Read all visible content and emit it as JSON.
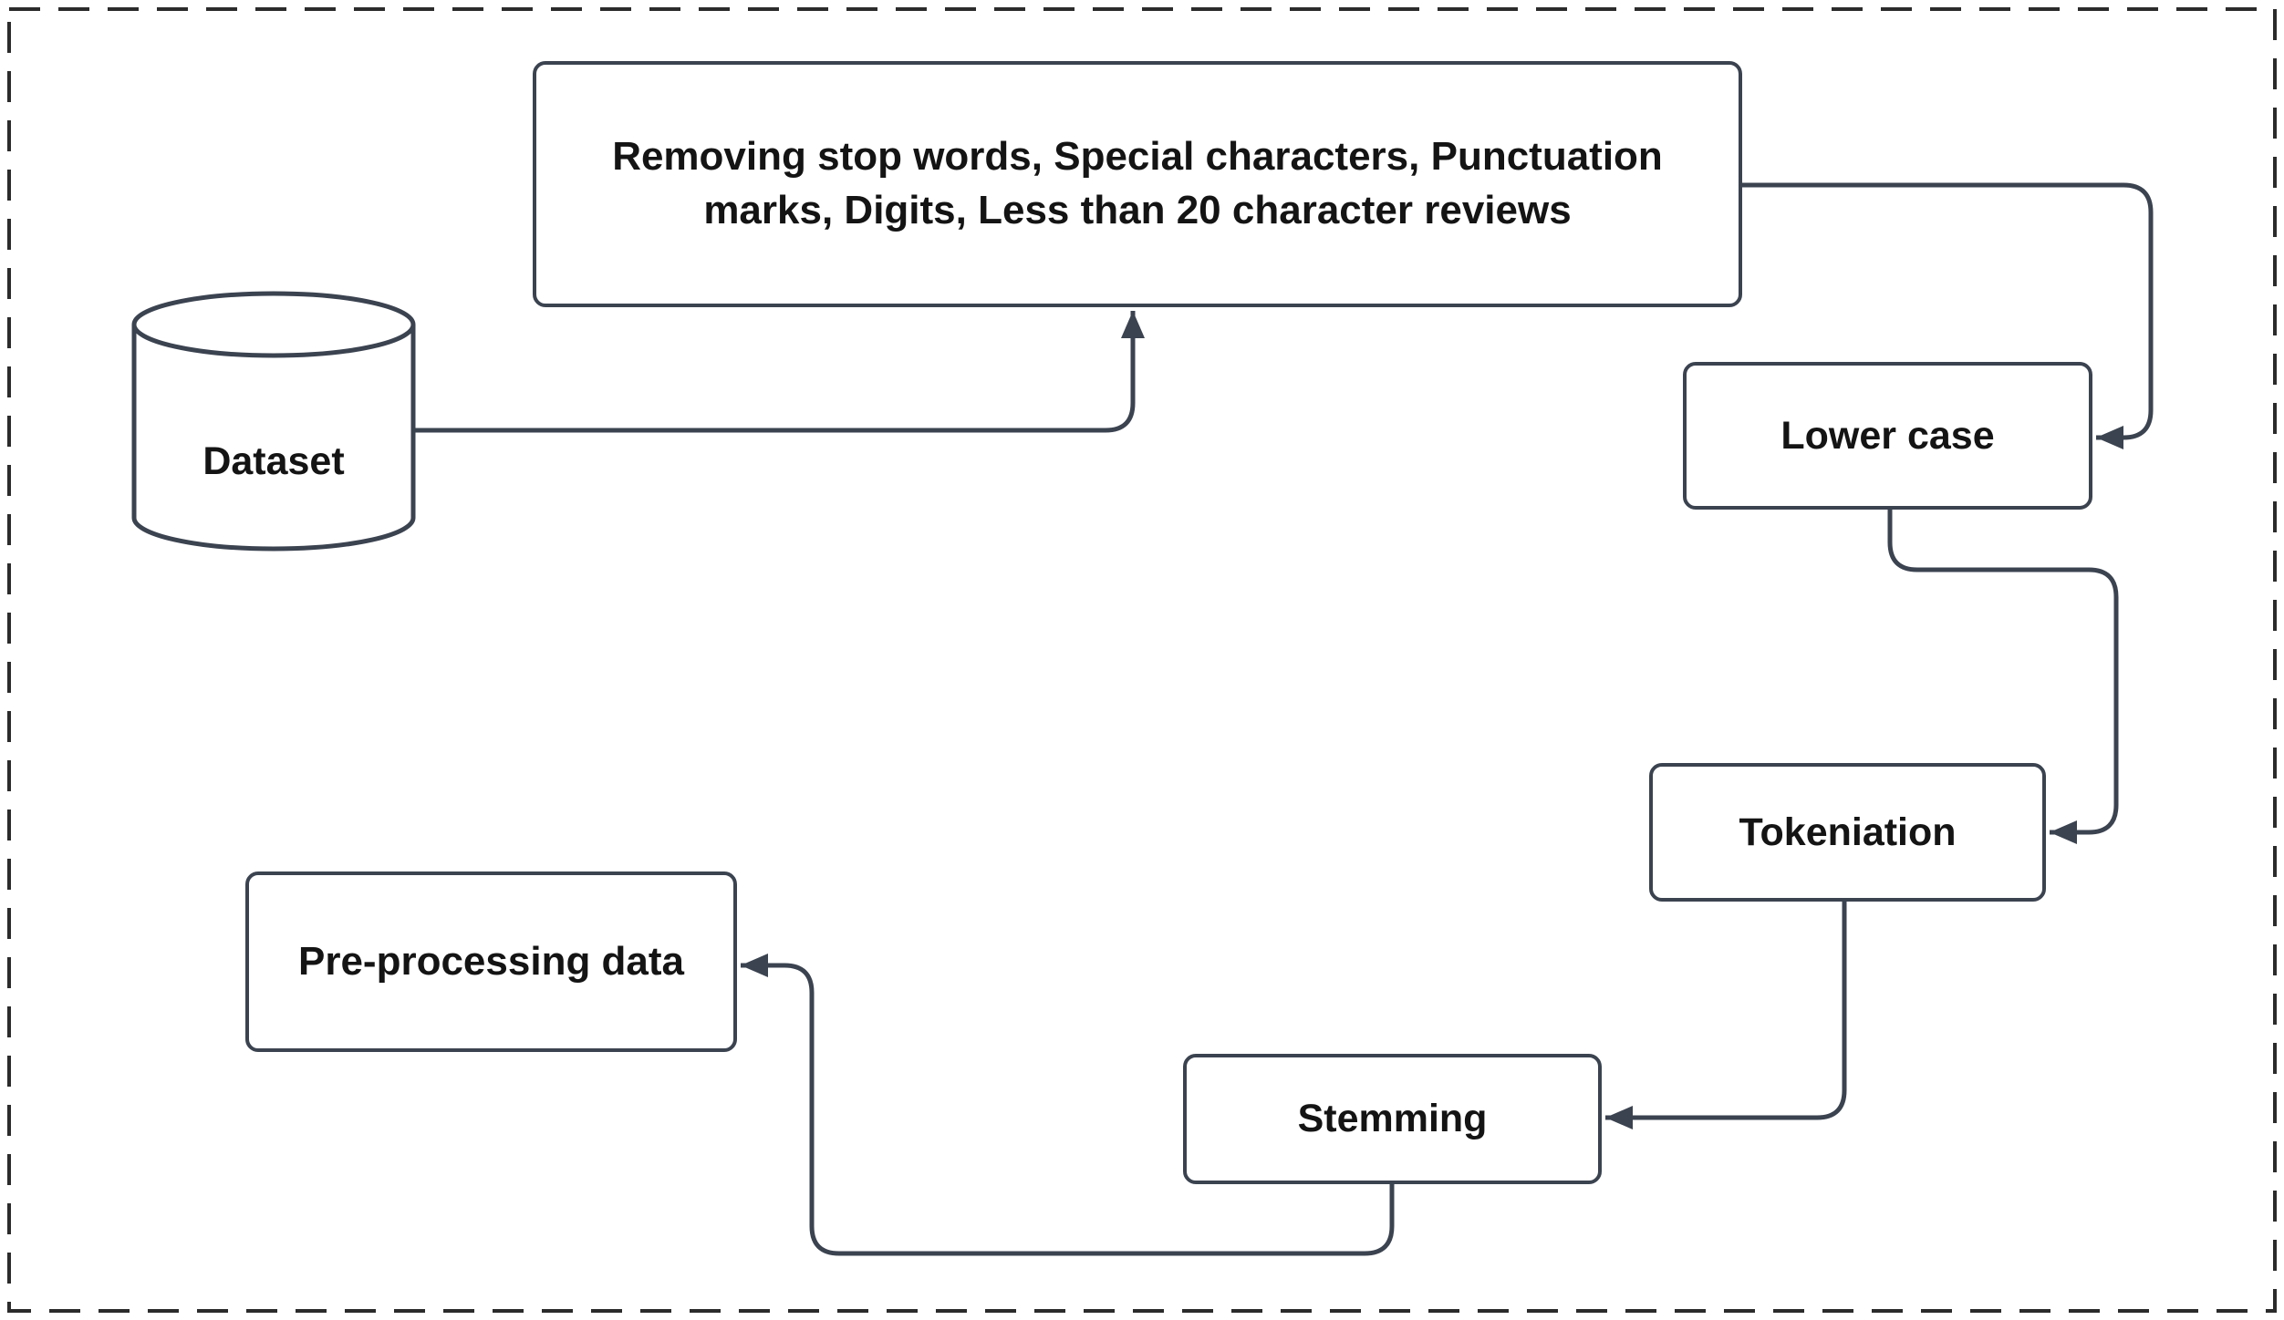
{
  "diagram": {
    "nodes": {
      "cleaning": {
        "label": "Removing stop words, Special characters, Punctuation marks, Digits, Less than 20 character reviews"
      },
      "dataset": {
        "label": "Dataset"
      },
      "lower_case": {
        "label": "Lower case"
      },
      "tokeniation": {
        "label": "Tokeniation"
      },
      "stemming": {
        "label": "Stemming"
      },
      "preprocessing": {
        "label": "Pre-processing data"
      }
    },
    "edges": [
      {
        "from": "dataset",
        "to": "cleaning"
      },
      {
        "from": "cleaning",
        "to": "lower_case"
      },
      {
        "from": "lower_case",
        "to": "tokeniation"
      },
      {
        "from": "tokeniation",
        "to": "stemming"
      },
      {
        "from": "stemming",
        "to": "preprocessing"
      }
    ],
    "colors": {
      "stroke": "#3b4350",
      "text": "#141414",
      "background": "#ffffff",
      "outer_border": "#2b2b2b"
    }
  }
}
